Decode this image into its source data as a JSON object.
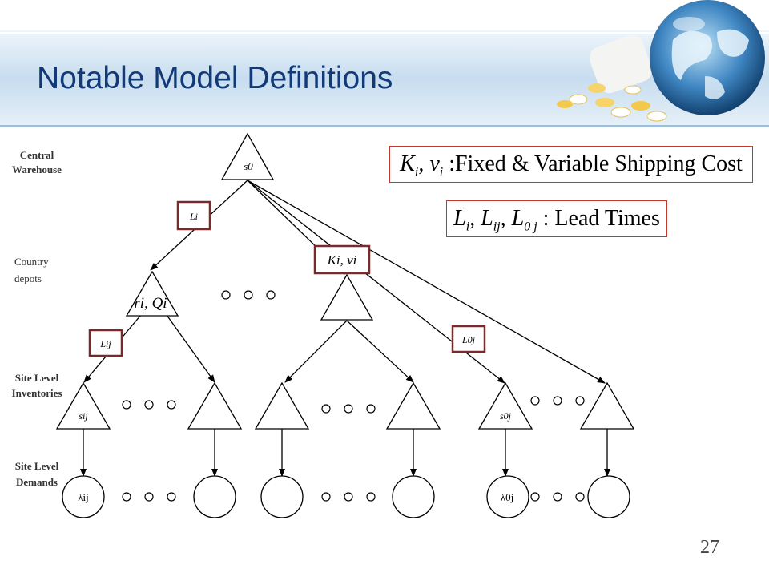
{
  "slide": {
    "title": "Notable Model Definitions",
    "number": "27"
  },
  "definitions": {
    "shipping_cost": {
      "symbols": "K",
      "sub_i": "i",
      "sep": ", v",
      "sub_i2": "i",
      "text": " :Fixed & Variable Shipping Cost"
    },
    "lead_times": {
      "text": " : Lead Times"
    }
  },
  "levels": {
    "central": [
      "Central",
      "Warehouse"
    ],
    "country": [
      "Country",
      "depots"
    ],
    "site_inv": [
      "Site Level",
      "Inventories"
    ],
    "site_dem": [
      "Site Level",
      "Demands"
    ]
  },
  "nodes": {
    "root": "s0",
    "depot_label": "ri, Qi",
    "site_ij": "sij",
    "site_0j": "s0j",
    "demand_ij": "λij",
    "demand_0j": "λ0j"
  },
  "edge_labels": {
    "Li": "Li",
    "Lij": "Lij",
    "L0j": "L0j",
    "Ki_vi": "Ki, vi"
  },
  "colors": {
    "title": "#123a78",
    "box_border": "#7b2a2a",
    "def_border": "#c0392b"
  }
}
